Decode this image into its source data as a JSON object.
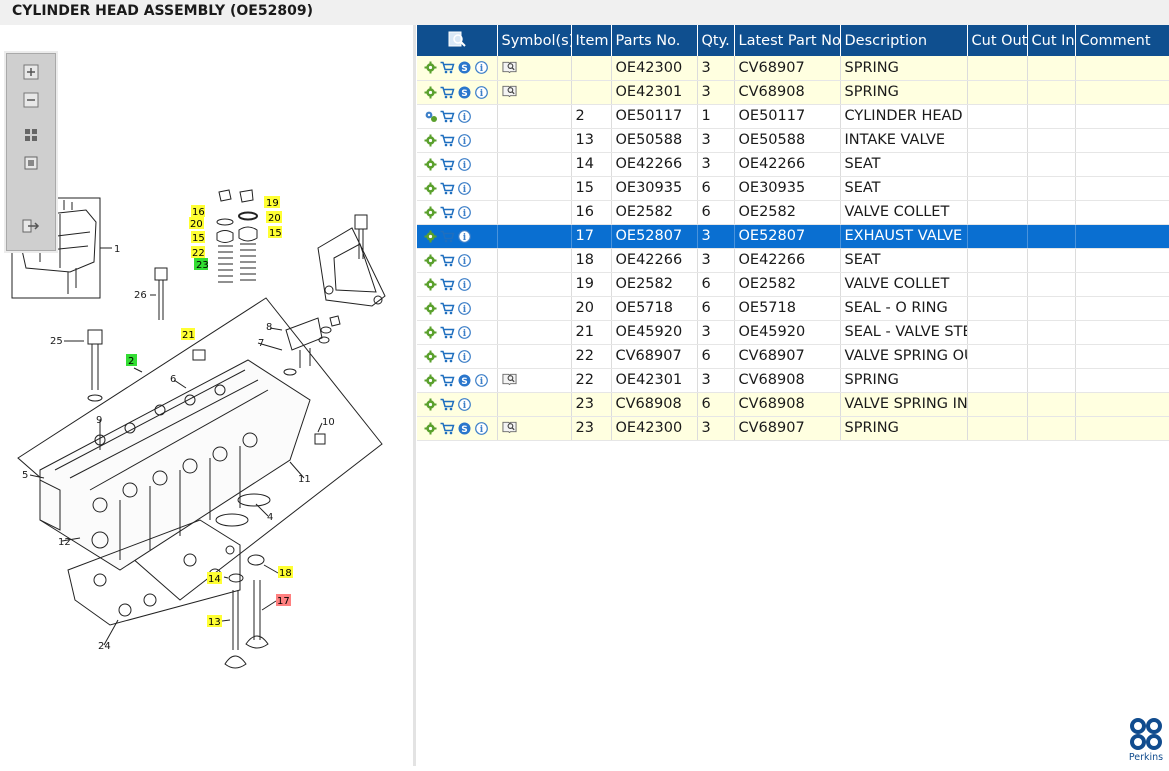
{
  "window": {
    "title": "CYLINDER HEAD ASSEMBLY (OE52809)"
  },
  "zoom_toolbar": {
    "icons": [
      "zoom-in-icon",
      "zoom-out-icon",
      "fit-all-icon",
      "fit-window-icon",
      "export-icon"
    ]
  },
  "diagram": {
    "callouts": {
      "c1": "1",
      "c2": "2",
      "c4": "4",
      "c5": "5",
      "c6": "6",
      "c7": "7",
      "c8": "8",
      "c9": "9",
      "c10": "10",
      "c11": "11",
      "c12": "12",
      "c13": "13",
      "c14": "14",
      "c15a": "15",
      "c15b": "15",
      "c16": "16",
      "c17": "17",
      "c18": "18",
      "c19": "19",
      "c20a": "20",
      "c20b": "20",
      "c21": "21",
      "c22": "22",
      "c23": "23",
      "c24": "24",
      "c25": "25",
      "c26": "26"
    },
    "highlight_colors": {
      "yellow": "#ffff33",
      "green": "#33dd33",
      "selected": "#ff8080"
    }
  },
  "table": {
    "headers": [
      "",
      "Symbol(s)",
      "Item",
      "Parts No.",
      "Qty.",
      "Latest Part No.",
      "Description",
      "Cut Out",
      "Cut In",
      "Comment"
    ],
    "rows": [
      {
        "icons": [
          "gear-icon",
          "cart-icon",
          "s-icon",
          "info-icon"
        ],
        "symbol": "book-icon",
        "item": "",
        "part": "OE42300",
        "qty": "3",
        "latest": "CV68907",
        "desc": "SPRING",
        "style": "hl"
      },
      {
        "icons": [
          "gear-icon",
          "cart-icon",
          "s-icon",
          "info-icon"
        ],
        "symbol": "book-icon",
        "item": "",
        "part": "OE42301",
        "qty": "3",
        "latest": "CV68908",
        "desc": "SPRING",
        "style": "hl"
      },
      {
        "icons": [
          "gears-icon",
          "cart-icon",
          "info-icon"
        ],
        "symbol": "",
        "item": "2",
        "part": "OE50117",
        "qty": "1",
        "latest": "OE50117",
        "desc": "CYLINDER HEAD K",
        "style": ""
      },
      {
        "icons": [
          "gear-icon",
          "cart-icon",
          "info-icon"
        ],
        "symbol": "",
        "item": "13",
        "part": "OE50588",
        "qty": "3",
        "latest": "OE50588",
        "desc": "INTAKE VALVE",
        "style": ""
      },
      {
        "icons": [
          "gear-icon",
          "cart-icon",
          "info-icon"
        ],
        "symbol": "",
        "item": "14",
        "part": "OE42266",
        "qty": "3",
        "latest": "OE42266",
        "desc": "SEAT",
        "style": ""
      },
      {
        "icons": [
          "gear-icon",
          "cart-icon",
          "info-icon"
        ],
        "symbol": "",
        "item": "15",
        "part": "OE30935",
        "qty": "6",
        "latest": "OE30935",
        "desc": "SEAT",
        "style": ""
      },
      {
        "icons": [
          "gear-icon",
          "cart-icon",
          "info-icon"
        ],
        "symbol": "",
        "item": "16",
        "part": "OE2582",
        "qty": "6",
        "latest": "OE2582",
        "desc": "VALVE COLLET",
        "style": ""
      },
      {
        "icons": [
          "gear-icon",
          "cart-icon",
          "info-icon"
        ],
        "symbol": "",
        "item": "17",
        "part": "OE52807",
        "qty": "3",
        "latest": "OE52807",
        "desc": "EXHAUST VALVE",
        "style": "sel"
      },
      {
        "icons": [
          "gear-icon",
          "cart-icon",
          "info-icon"
        ],
        "symbol": "",
        "item": "18",
        "part": "OE42266",
        "qty": "3",
        "latest": "OE42266",
        "desc": "SEAT",
        "style": ""
      },
      {
        "icons": [
          "gear-icon",
          "cart-icon",
          "info-icon"
        ],
        "symbol": "",
        "item": "19",
        "part": "OE2582",
        "qty": "6",
        "latest": "OE2582",
        "desc": "VALVE COLLET",
        "style": ""
      },
      {
        "icons": [
          "gear-icon",
          "cart-icon",
          "info-icon"
        ],
        "symbol": "",
        "item": "20",
        "part": "OE5718",
        "qty": "6",
        "latest": "OE5718",
        "desc": "SEAL - O RING",
        "style": ""
      },
      {
        "icons": [
          "gear-icon",
          "cart-icon",
          "info-icon"
        ],
        "symbol": "",
        "item": "21",
        "part": "OE45920",
        "qty": "3",
        "latest": "OE45920",
        "desc": "SEAL - VALVE STEM",
        "style": ""
      },
      {
        "icons": [
          "gear-icon",
          "cart-icon",
          "info-icon"
        ],
        "symbol": "",
        "item": "22",
        "part": "CV68907",
        "qty": "6",
        "latest": "CV68907",
        "desc": "VALVE SPRING OU",
        "style": ""
      },
      {
        "icons": [
          "gear-icon",
          "cart-icon",
          "s-icon",
          "info-icon"
        ],
        "symbol": "book-icon",
        "item": "22",
        "part": "OE42301",
        "qty": "3",
        "latest": "CV68908",
        "desc": "SPRING",
        "style": ""
      },
      {
        "icons": [
          "gear-icon",
          "cart-icon",
          "info-icon"
        ],
        "symbol": "",
        "item": "23",
        "part": "CV68908",
        "qty": "6",
        "latest": "CV68908",
        "desc": "VALVE SPRING INN",
        "style": "hl"
      },
      {
        "icons": [
          "gear-icon",
          "cart-icon",
          "s-icon",
          "info-icon"
        ],
        "symbol": "book-icon",
        "item": "23",
        "part": "OE42300",
        "qty": "3",
        "latest": "CV68907",
        "desc": "SPRING",
        "style": "hl"
      }
    ]
  },
  "logo": {
    "text": "Perkins",
    "color": "#114c8e"
  }
}
